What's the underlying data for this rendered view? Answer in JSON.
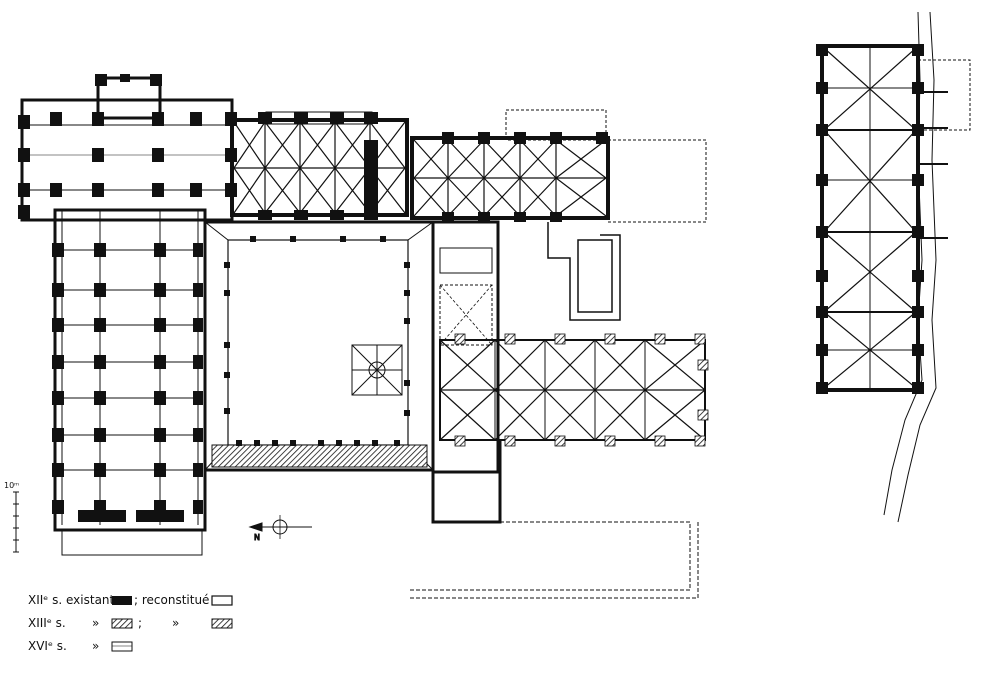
{
  "colors": {
    "ink": "#111111",
    "paper": "#ffffff",
    "hatch": "#555555"
  },
  "scale": {
    "label": "10ᵐ"
  },
  "compass": {
    "label": "N"
  },
  "legend": {
    "row1": {
      "century": "XIIᵉ s. existant",
      "sep": "; reconstitué"
    },
    "row2": {
      "century": "XIIIᵉ s.",
      "ditto1": "»",
      "sep": ";",
      "ditto2": "»"
    },
    "row3": {
      "century": "XVIᵉ s.",
      "ditto1": "»"
    }
  }
}
